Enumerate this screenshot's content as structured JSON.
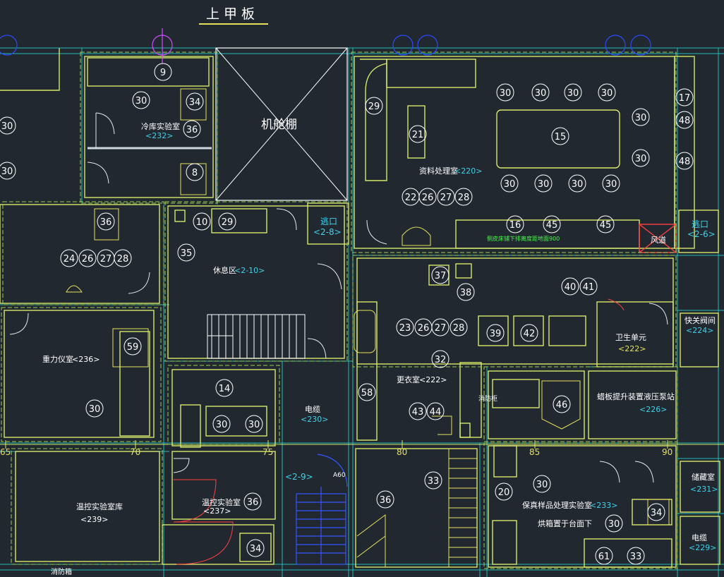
{
  "colors": {
    "background": "#212830",
    "grid": "#1fb8b8",
    "wall": "#d8e86a",
    "wall_dashed": "#9ccf52",
    "furniture": "#e6e05a",
    "text": "#ffffff",
    "code": "#3fd2ea",
    "tag": "#ffffff",
    "axis_bubble": "#2a4bff",
    "axis_bubble_magenta": "#d24cff",
    "red": "#ff4040",
    "blue_stair": "#3355ff",
    "green_text": "#40ff40"
  },
  "drawing": {
    "title": "上甲板"
  },
  "rooms": [
    {
      "id": "r232",
      "name": "冷库实验室",
      "code": "<232>"
    },
    {
      "id": "rjn",
      "name": "机舱棚",
      "code": ""
    },
    {
      "id": "r220",
      "name": "资料处理室",
      "code": "<220>"
    },
    {
      "id": "r2_8",
      "name": "逃口",
      "code": "<2-8>"
    },
    {
      "id": "r2_6",
      "name": "逃口",
      "code": "<2-6>"
    },
    {
      "id": "r2_10",
      "name": "休息区",
      "code": "<2-10>"
    },
    {
      "id": "r236",
      "name": "重力仪室",
      "code": "<236>"
    },
    {
      "id": "r230",
      "name": "电缆",
      "code": "<230>"
    },
    {
      "id": "r222a",
      "name": "更衣室",
      "code": "<222>"
    },
    {
      "id": "r222b",
      "name": "卫生单元",
      "code": "<222>"
    },
    {
      "id": "r224",
      "name": "快关阀间",
      "code": "<224>"
    },
    {
      "id": "r226",
      "name": "蜡板提升装置液压泵站",
      "code": "<226>"
    },
    {
      "id": "r239",
      "name": "温控实验室库",
      "code": "<239>"
    },
    {
      "id": "r237",
      "name": "温控实验室",
      "code": "<237>"
    },
    {
      "id": "r2_9",
      "name": "",
      "code": "<2-9>"
    },
    {
      "id": "r233",
      "name": "保真样品处理实验室",
      "code": "<233>"
    },
    {
      "id": "r231",
      "name": "储藏室",
      "code": "<231>"
    },
    {
      "id": "r229",
      "name": "电缆",
      "code": "<229>"
    }
  ],
  "notes": {
    "fan": "风道",
    "oven": "烘箱置于台面下",
    "fire": "消防箱",
    "cabinet": "消防柜",
    "abo": "A60",
    "green_note": "侧皮床铺下排离度距地面900"
  },
  "axis_numbers": [
    "65",
    "70",
    "75",
    "80",
    "85",
    "90"
  ],
  "tags": [
    "9",
    "30",
    "34",
    "36",
    "8",
    "30",
    "30",
    "29",
    "21",
    "15",
    "30",
    "30",
    "30",
    "30",
    "30",
    "30",
    "30",
    "30",
    "30",
    "30",
    "17",
    "48",
    "48",
    "22",
    "26",
    "27",
    "28",
    "16",
    "45",
    "45",
    "36",
    "24",
    "26",
    "27",
    "28",
    "35",
    "10",
    "29",
    "37",
    "38",
    "40",
    "41",
    "39",
    "42",
    "23",
    "26",
    "27",
    "28",
    "32",
    "59",
    "30",
    "14",
    "30",
    "30",
    "58",
    "43",
    "44",
    "46",
    "20",
    "30",
    "36",
    "30",
    "34",
    "61",
    "33",
    "33",
    "36",
    "34"
  ]
}
